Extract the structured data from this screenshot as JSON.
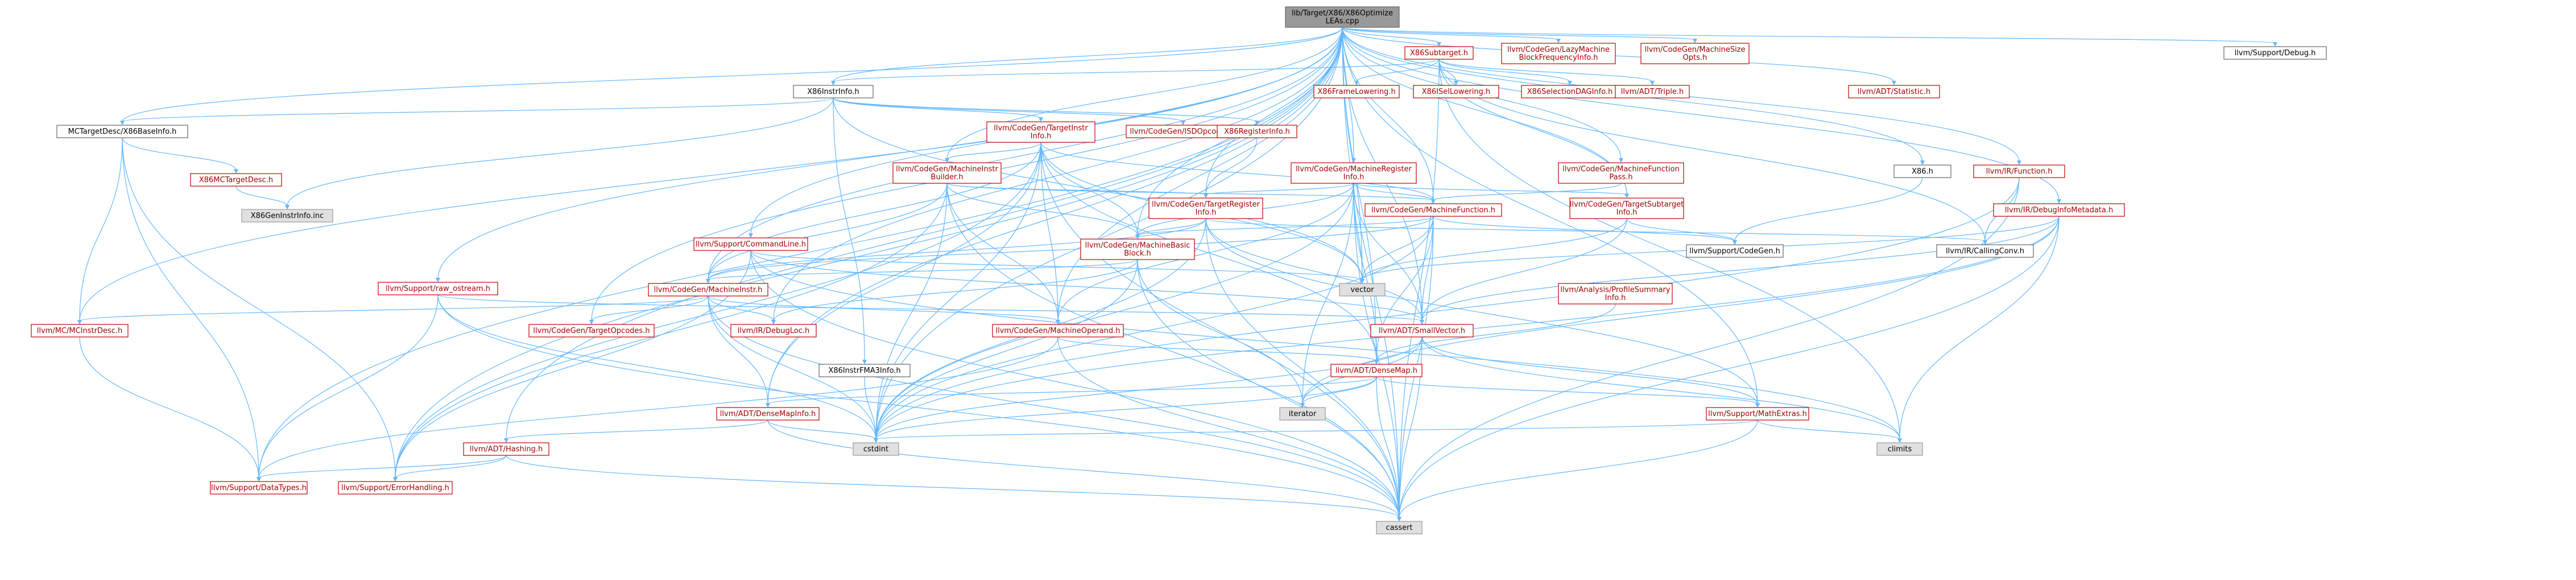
{
  "graph": {
    "title": "lib/Target/X86/X86Optimize LEAs.cpp",
    "nodes": [
      {
        "id": "root",
        "lines": [
          "lib/Target/X86/X86Optimize",
          "LEAs.cpp"
        ],
        "kind": "root"
      },
      {
        "id": "x86subtarget",
        "lines": [
          "X86Subtarget.h"
        ],
        "kind": "red"
      },
      {
        "id": "lazymbfi",
        "lines": [
          "llvm/CodeGen/LazyMachine",
          "BlockFrequencyInfo.h"
        ],
        "kind": "red"
      },
      {
        "id": "mfsizeopts",
        "lines": [
          "llvm/CodeGen/MachineSize",
          "Opts.h"
        ],
        "kind": "red"
      },
      {
        "id": "supportdebug",
        "lines": [
          "llvm/Support/Debug.h"
        ],
        "kind": "plain"
      },
      {
        "id": "x86instrinfo",
        "lines": [
          "X86InstrInfo.h"
        ],
        "kind": "plain"
      },
      {
        "id": "x86framelowering",
        "lines": [
          "X86FrameLowering.h"
        ],
        "kind": "red"
      },
      {
        "id": "x86isellowering",
        "lines": [
          "X86ISelLowering.h"
        ],
        "kind": "red"
      },
      {
        "id": "x86seldaginfo",
        "lines": [
          "X86SelectionDAGInfo.h"
        ],
        "kind": "red"
      },
      {
        "id": "triple",
        "lines": [
          "llvm/ADT/Triple.h"
        ],
        "kind": "red"
      },
      {
        "id": "statistic",
        "lines": [
          "llvm/ADT/Statistic.h"
        ],
        "kind": "red"
      },
      {
        "id": "mctargetdesc",
        "lines": [
          "MCTargetDesc/X86BaseInfo.h"
        ],
        "kind": "plain"
      },
      {
        "id": "tii",
        "lines": [
          "llvm/CodeGen/TargetInstr",
          "Info.h"
        ],
        "kind": "red"
      },
      {
        "id": "isdopcodes",
        "lines": [
          "llvm/CodeGen/ISDOpcodes.h"
        ],
        "kind": "red"
      },
      {
        "id": "x86reginfo",
        "lines": [
          "X86RegisterInfo.h"
        ],
        "kind": "red"
      },
      {
        "id": "x86h",
        "lines": [
          "X86.h"
        ],
        "kind": "plain"
      },
      {
        "id": "irfunction",
        "lines": [
          "llvm/IR/Function.h"
        ],
        "kind": "red"
      },
      {
        "id": "x86mctargetdesc",
        "lines": [
          "X86MCTargetDesc.h"
        ],
        "kind": "red"
      },
      {
        "id": "x86geninstrinfo",
        "lines": [
          "X86GenInstrInfo.inc"
        ],
        "kind": "grey"
      },
      {
        "id": "mib",
        "lines": [
          "llvm/CodeGen/MachineInstr",
          "Builder.h"
        ],
        "kind": "red"
      },
      {
        "id": "mri",
        "lines": [
          "llvm/CodeGen/MachineRegister",
          "Info.h"
        ],
        "kind": "red"
      },
      {
        "id": "mfpass",
        "lines": [
          "llvm/CodeGen/MachineFunction",
          "Pass.h"
        ],
        "kind": "red"
      },
      {
        "id": "tri",
        "lines": [
          "llvm/CodeGen/TargetRegister",
          "Info.h"
        ],
        "kind": "red"
      },
      {
        "id": "mf",
        "lines": [
          "llvm/CodeGen/MachineFunction.h"
        ],
        "kind": "red"
      },
      {
        "id": "tsi",
        "lines": [
          "llvm/CodeGen/TargetSubtarget",
          "Info.h"
        ],
        "kind": "red"
      },
      {
        "id": "cmdline",
        "lines": [
          "llvm/Support/CommandLine.h"
        ],
        "kind": "red"
      },
      {
        "id": "mbb",
        "lines": [
          "llvm/CodeGen/MachineBasic",
          "Block.h"
        ],
        "kind": "red"
      },
      {
        "id": "supportcodegen",
        "lines": [
          "llvm/Support/CodeGen.h"
        ],
        "kind": "plain"
      },
      {
        "id": "callingconv",
        "lines": [
          "llvm/IR/CallingConv.h"
        ],
        "kind": "plain"
      },
      {
        "id": "dbginfometa",
        "lines": [
          "llvm/IR/DebugInfoMetadata.h"
        ],
        "kind": "red"
      },
      {
        "id": "rawostream",
        "lines": [
          "llvm/Support/raw_ostream.h"
        ],
        "kind": "red"
      },
      {
        "id": "machineinstr",
        "lines": [
          "llvm/CodeGen/MachineInstr.h"
        ],
        "kind": "red"
      },
      {
        "id": "vector",
        "lines": [
          "vector"
        ],
        "kind": "grey"
      },
      {
        "id": "psi",
        "lines": [
          "llvm/Analysis/ProfileSummary",
          "Info.h"
        ],
        "kind": "red"
      },
      {
        "id": "mcinstrdesc",
        "lines": [
          "llvm/MC/MCInstrDesc.h"
        ],
        "kind": "red"
      },
      {
        "id": "targetopcodes",
        "lines": [
          "llvm/CodeGen/TargetOpcodes.h"
        ],
        "kind": "red"
      },
      {
        "id": "debugloc",
        "lines": [
          "llvm/IR/DebugLoc.h"
        ],
        "kind": "red"
      },
      {
        "id": "mo",
        "lines": [
          "llvm/CodeGen/MachineOperand.h"
        ],
        "kind": "red"
      },
      {
        "id": "smallvector",
        "lines": [
          "llvm/ADT/SmallVector.h"
        ],
        "kind": "red"
      },
      {
        "id": "x86fma",
        "lines": [
          "X86InstrFMA3Info.h"
        ],
        "kind": "plain"
      },
      {
        "id": "densemap",
        "lines": [
          "llvm/ADT/DenseMap.h"
        ],
        "kind": "red"
      },
      {
        "id": "iterator",
        "lines": [
          "iterator"
        ],
        "kind": "grey"
      },
      {
        "id": "mathextras",
        "lines": [
          "llvm/Support/MathExtras.h"
        ],
        "kind": "red"
      },
      {
        "id": "densemapinfo",
        "lines": [
          "llvm/ADT/DenseMapInfo.h"
        ],
        "kind": "red"
      },
      {
        "id": "cstdint",
        "lines": [
          "cstdint"
        ],
        "kind": "grey"
      },
      {
        "id": "climits",
        "lines": [
          "climits"
        ],
        "kind": "grey"
      },
      {
        "id": "hashing",
        "lines": [
          "llvm/ADT/Hashing.h"
        ],
        "kind": "red"
      },
      {
        "id": "datatypes",
        "lines": [
          "llvm/Support/DataTypes.h"
        ],
        "kind": "red"
      },
      {
        "id": "errorhandling",
        "lines": [
          "llvm/Support/ErrorHandling.h"
        ],
        "kind": "red"
      },
      {
        "id": "cassert",
        "lines": [
          "cassert"
        ],
        "kind": "grey"
      }
    ],
    "edges": [
      [
        "root",
        "x86subtarget"
      ],
      [
        "root",
        "lazymbfi"
      ],
      [
        "root",
        "mfsizeopts"
      ],
      [
        "root",
        "supportdebug"
      ],
      [
        "root",
        "x86instrinfo"
      ],
      [
        "root",
        "statistic"
      ],
      [
        "root",
        "mctargetdesc"
      ],
      [
        "root",
        "x86h"
      ],
      [
        "root",
        "irfunction"
      ],
      [
        "root",
        "mib"
      ],
      [
        "root",
        "mri"
      ],
      [
        "root",
        "mfpass"
      ],
      [
        "root",
        "tri"
      ],
      [
        "root",
        "mf"
      ],
      [
        "root",
        "tsi"
      ],
      [
        "root",
        "cmdline"
      ],
      [
        "root",
        "mbb"
      ],
      [
        "root",
        "dbginfometa"
      ],
      [
        "root",
        "rawostream"
      ],
      [
        "root",
        "machineinstr"
      ],
      [
        "root",
        "vector"
      ],
      [
        "root",
        "mcinstrdesc"
      ],
      [
        "root",
        "targetopcodes"
      ],
      [
        "root",
        "debugloc"
      ],
      [
        "root",
        "mo"
      ],
      [
        "root",
        "smallvector"
      ],
      [
        "root",
        "densemap"
      ],
      [
        "root",
        "mathextras"
      ],
      [
        "root",
        "densemapinfo"
      ],
      [
        "root",
        "cstdint"
      ],
      [
        "root",
        "hashing"
      ],
      [
        "root",
        "errorhandling"
      ],
      [
        "root",
        "cassert"
      ],
      [
        "root",
        "datatypes"
      ],
      [
        "x86subtarget",
        "x86framelowering"
      ],
      [
        "x86subtarget",
        "x86isellowering"
      ],
      [
        "x86subtarget",
        "x86seldaginfo"
      ],
      [
        "x86subtarget",
        "triple"
      ],
      [
        "x86subtarget",
        "x86instrinfo"
      ],
      [
        "x86subtarget",
        "tsi"
      ],
      [
        "x86subtarget",
        "callingconv"
      ],
      [
        "x86subtarget",
        "climits"
      ],
      [
        "x86subtarget",
        "cassert"
      ],
      [
        "x86instrinfo",
        "mctargetdesc"
      ],
      [
        "x86instrinfo",
        "tii"
      ],
      [
        "x86instrinfo",
        "isdopcodes"
      ],
      [
        "x86instrinfo",
        "x86reginfo"
      ],
      [
        "x86instrinfo",
        "x86geninstrinfo"
      ],
      [
        "x86instrinfo",
        "x86fma"
      ],
      [
        "x86instrinfo",
        "vector"
      ],
      [
        "mctargetdesc",
        "x86mctargetdesc"
      ],
      [
        "mctargetdesc",
        "mcinstrdesc"
      ],
      [
        "mctargetdesc",
        "datatypes"
      ],
      [
        "mctargetdesc",
        "errorhandling"
      ],
      [
        "x86mctargetdesc",
        "x86geninstrinfo"
      ],
      [
        "tii",
        "mf"
      ],
      [
        "tii",
        "mbb"
      ],
      [
        "tii",
        "machineinstr"
      ],
      [
        "tii",
        "mo"
      ],
      [
        "tii",
        "densemap"
      ],
      [
        "tii",
        "densemapinfo"
      ],
      [
        "tii",
        "cstdint"
      ],
      [
        "tii",
        "cassert"
      ],
      [
        "tii",
        "errorhandling"
      ],
      [
        "tii",
        "vector"
      ],
      [
        "tii",
        "mib"
      ],
      [
        "x86reginfo",
        "tri"
      ],
      [
        "x86h",
        "supportcodegen"
      ],
      [
        "irfunction",
        "callingconv"
      ],
      [
        "irfunction",
        "cstdint"
      ],
      [
        "irfunction",
        "cassert"
      ],
      [
        "mib",
        "mf"
      ],
      [
        "mib",
        "mbb"
      ],
      [
        "mib",
        "machineinstr"
      ],
      [
        "mib",
        "mo"
      ],
      [
        "mib",
        "tri"
      ],
      [
        "mib",
        "cstdint"
      ],
      [
        "mib",
        "errorhandling"
      ],
      [
        "mib",
        "cassert"
      ],
      [
        "mri",
        "mf"
      ],
      [
        "mri",
        "mbb"
      ],
      [
        "mri",
        "tri"
      ],
      [
        "mri",
        "tsi"
      ],
      [
        "mri",
        "mo"
      ],
      [
        "mri",
        "densemap"
      ],
      [
        "mri",
        "smallvector"
      ],
      [
        "mri",
        "iterator"
      ],
      [
        "mri",
        "vector"
      ],
      [
        "mri",
        "cstdint"
      ],
      [
        "mri",
        "cassert"
      ],
      [
        "mfpass",
        "mf"
      ],
      [
        "tri",
        "mbb"
      ],
      [
        "tri",
        "mathextras"
      ],
      [
        "tri",
        "callingconv"
      ],
      [
        "tri",
        "smallvector"
      ],
      [
        "tri",
        "cstdint"
      ],
      [
        "tri",
        "cassert"
      ],
      [
        "tri",
        "machineinstr"
      ],
      [
        "mf",
        "mbb"
      ],
      [
        "mf",
        "machineinstr"
      ],
      [
        "mf",
        "densemap"
      ],
      [
        "mf",
        "smallvector"
      ],
      [
        "mf",
        "vector"
      ],
      [
        "mf",
        "cstdint"
      ],
      [
        "mf",
        "cassert"
      ],
      [
        "mf",
        "supportcodegen"
      ],
      [
        "tsi",
        "supportcodegen"
      ],
      [
        "tsi",
        "smallvector"
      ],
      [
        "tsi",
        "vector"
      ],
      [
        "cmdline",
        "smallvector"
      ],
      [
        "cmdline",
        "vector"
      ],
      [
        "cmdline",
        "climits"
      ],
      [
        "cmdline",
        "cassert"
      ],
      [
        "cmdline",
        "errorhandling"
      ],
      [
        "mbb",
        "machineinstr"
      ],
      [
        "mbb",
        "debugloc"
      ],
      [
        "mbb",
        "iterator"
      ],
      [
        "mbb",
        "cassert"
      ],
      [
        "mbb",
        "cstdint"
      ],
      [
        "dbginfometa",
        "vector"
      ],
      [
        "dbginfometa",
        "iterator"
      ],
      [
        "dbginfometa",
        "climits"
      ],
      [
        "dbginfometa",
        "cstdint"
      ],
      [
        "dbginfometa",
        "cassert"
      ],
      [
        "dbginfometa",
        "smallvector"
      ],
      [
        "rawostream",
        "datatypes"
      ],
      [
        "rawostream",
        "cstdint"
      ],
      [
        "rawostream",
        "cassert"
      ],
      [
        "rawostream",
        "smallvector"
      ],
      [
        "machineinstr",
        "mcinstrdesc"
      ],
      [
        "machineinstr",
        "targetopcodes"
      ],
      [
        "machineinstr",
        "debugloc"
      ],
      [
        "machineinstr",
        "mo"
      ],
      [
        "machineinstr",
        "densemapinfo"
      ],
      [
        "machineinstr",
        "cstdint"
      ],
      [
        "machineinstr",
        "cassert"
      ],
      [
        "psi",
        "densemap"
      ],
      [
        "mcinstrdesc",
        "datatypes"
      ],
      [
        "mo",
        "densemap"
      ],
      [
        "mo",
        "cassert"
      ],
      [
        "mo",
        "datatypes"
      ],
      [
        "smallvector",
        "mathextras"
      ],
      [
        "smallvector",
        "iterator"
      ],
      [
        "smallvector",
        "cstdint"
      ],
      [
        "smallvector",
        "climits"
      ],
      [
        "smallvector",
        "cassert"
      ],
      [
        "densemap",
        "densemapinfo"
      ],
      [
        "densemap",
        "iterator"
      ],
      [
        "densemap",
        "mathextras"
      ],
      [
        "densemap",
        "cassert"
      ],
      [
        "densemap",
        "cstdint"
      ],
      [
        "mathextras",
        "climits"
      ],
      [
        "mathextras",
        "cstdint"
      ],
      [
        "mathextras",
        "cassert"
      ],
      [
        "densemapinfo",
        "hashing"
      ],
      [
        "densemapinfo",
        "cstdint"
      ],
      [
        "densemapinfo",
        "cassert"
      ],
      [
        "hashing",
        "datatypes"
      ],
      [
        "hashing",
        "errorhandling"
      ],
      [
        "hashing",
        "cassert"
      ],
      [
        "x86fma",
        "cstdint"
      ]
    ]
  }
}
